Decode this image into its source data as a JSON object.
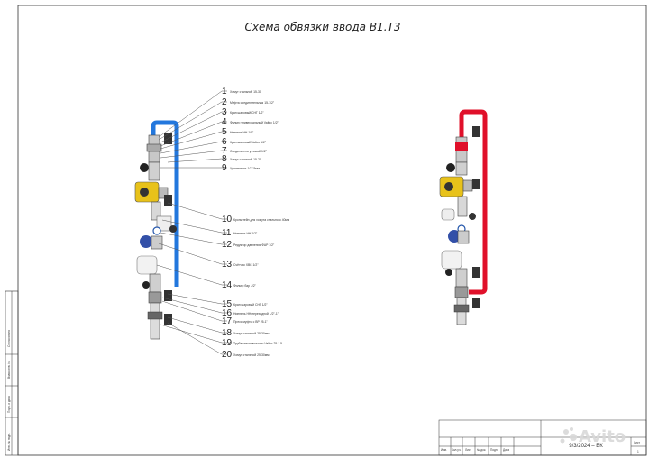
{
  "title": "Схема обвязки ввода В1.Т3",
  "leaders": [
    {
      "num": "1",
      "label": "Хомут стальной 15-30"
    },
    {
      "num": "2",
      "label": "Муфта соединительная 15-1/2\""
    },
    {
      "num": "3",
      "label": "Кран шаровый СНГ 1/2\""
    },
    {
      "num": "4",
      "label": "Фильтр универсальный Valtec 1/2\""
    },
    {
      "num": "5",
      "label": "Ниппель НН 1/2\""
    },
    {
      "num": "6",
      "label": "Кран шаровый Valtec 1/2\""
    },
    {
      "num": "7",
      "label": "Соединитель угловой 1/2\""
    },
    {
      "num": "8",
      "label": "Хомут стальной 15-20"
    },
    {
      "num": "9",
      "label": "Удлинитель 1/2\" 5мм"
    },
    {
      "num": "10",
      "label": "Кронштейн для хомута стального 40мм"
    },
    {
      "num": "11",
      "label": "Ниппель НН 1/2\""
    },
    {
      "num": "12",
      "label": "Редуктор давления ФАР 1/2\""
    },
    {
      "num": "13",
      "label": "Счётчик ХВС 1/2\""
    },
    {
      "num": "14",
      "label": "Фильтр бар 1/2\""
    },
    {
      "num": "15",
      "label": "Кран шаровый СНГ 1/2\""
    },
    {
      "num": "16",
      "label": "Ниппель НН переходной 1/2\"-1\""
    },
    {
      "num": "17",
      "label": "Пресс муфта с ВР 25-1\""
    },
    {
      "num": "18",
      "label": "Хомут стальной 25-30мм"
    },
    {
      "num": "19",
      "label": "Труба стекловолокно Valtec 25-1.5"
    },
    {
      "num": "20",
      "label": "Хомут стальной 25-30мм"
    }
  ],
  "stamp": {
    "date_code": "9/3/2024 – ВК",
    "sheet_no": "1",
    "sheet_label": "Лист",
    "cols": [
      "Изм.",
      "Кол.уч.",
      "Лист",
      "№ док.",
      "Подп.",
      "Дата"
    ],
    "side_cells": [
      "Взам. инв. №",
      "Подп. и дата",
      "Инв. № подл.",
      "Согласовано"
    ]
  },
  "colors": {
    "cold_pipe": "#2277dd",
    "hot_pipe": "#e0102a",
    "pump": "#e8c21a",
    "meter": "#3350a8"
  },
  "watermark": {
    "text": "Avito"
  }
}
